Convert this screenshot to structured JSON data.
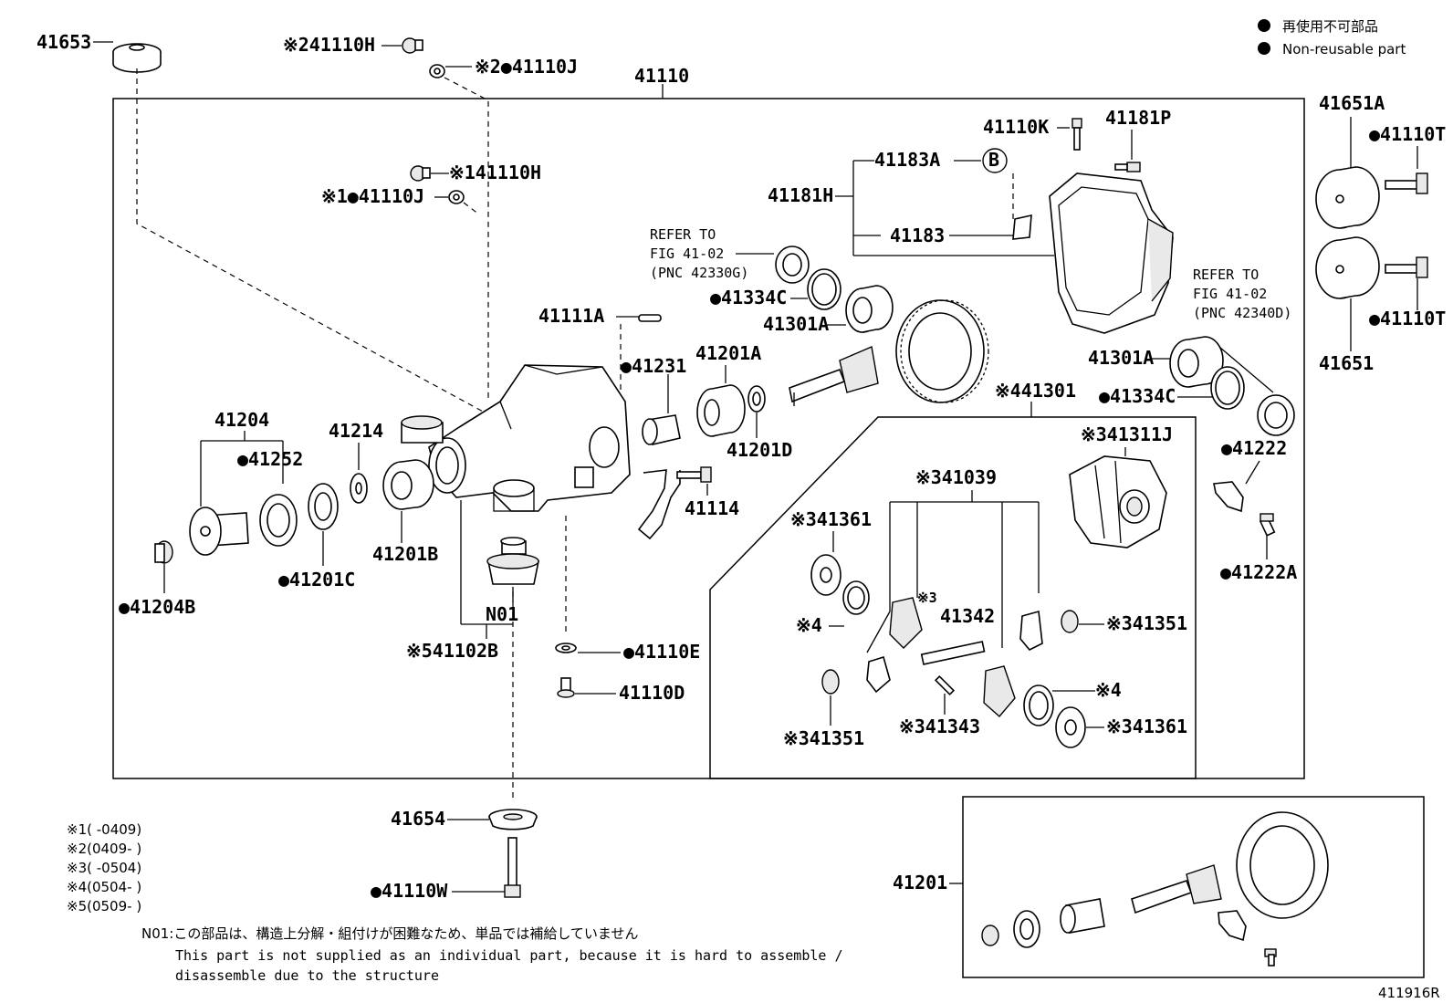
{
  "legend": {
    "jp": "再使用不可部品",
    "en": "Non-reusable part"
  },
  "main_assembly": "41110",
  "labels": {
    "l41653": "41653",
    "l41110H_2": "※241110H",
    "l41110J_2": "※2●41110J",
    "l41110H_1": "※141110H",
    "l41110J_1": "※1●41110J",
    "l41110K": "41110K",
    "l41181P": "41181P",
    "l41183A": "41183A",
    "l41181H": "41181H",
    "l41183": "41183",
    "bmark": "B",
    "ref1_a": "REFER TO",
    "ref1_b": "FIG 41-02",
    "ref1_c": "(PNC 42330G)",
    "l41334C_a": "●41334C",
    "l41301A_a": "41301A",
    "l41111A": "41111A",
    "l41231": "●41231",
    "l41201A": "41201A",
    "l41201D": "41201D",
    "l41301": "※441301",
    "ref2_a": "REFER TO",
    "ref2_b": "FIG 41-02",
    "ref2_c": "(PNC 42340D)",
    "l41301A_b": "41301A",
    "l41334C_b": "●41334C",
    "l41651A": "41651A",
    "l41110T_a": "●41110T",
    "l41110T_b": "●41110T",
    "l41651": "41651",
    "l41204": "41204",
    "l41252": "●41252",
    "l41214": "41214",
    "l41204B": "●41204B",
    "l41201C": "●41201C",
    "l41201B": "41201B",
    "l41114": "41114",
    "lN01": "N01",
    "l41102B": "※541102B",
    "l41110E": "●41110E",
    "l41110D": "41110D",
    "l41311J": "※341311J",
    "l41039": "※341039",
    "l41361_a": "※341361",
    "l4_a": "※4",
    "l41342_a": "※3",
    "l41342_b": "41342",
    "l41351_a": "※341351",
    "l41222": "●41222",
    "l41222A": "●41222A",
    "l4_b": "※4",
    "l41343": "※341343",
    "l41361_b": "※341361",
    "l41351_b": "※341351",
    "l41654": "41654",
    "l41110W": "●41110W",
    "l41201": "41201"
  },
  "notes": {
    "n1": "※1(     -0409)",
    "n2": "※2(0409-     )",
    "n3": "※3(     -0504)",
    "n4": "※4(0504-     )",
    "n5": "※5(0509-     )",
    "n01_jp": "N01:この部品は、構造上分解・組付けが困難なため、単品では補給していません",
    "n01_en1": "This part is not supplied as an individual part, because it is hard to assemble /",
    "n01_en2": "disassemble due to the structure"
  },
  "figure_id": "411916R"
}
